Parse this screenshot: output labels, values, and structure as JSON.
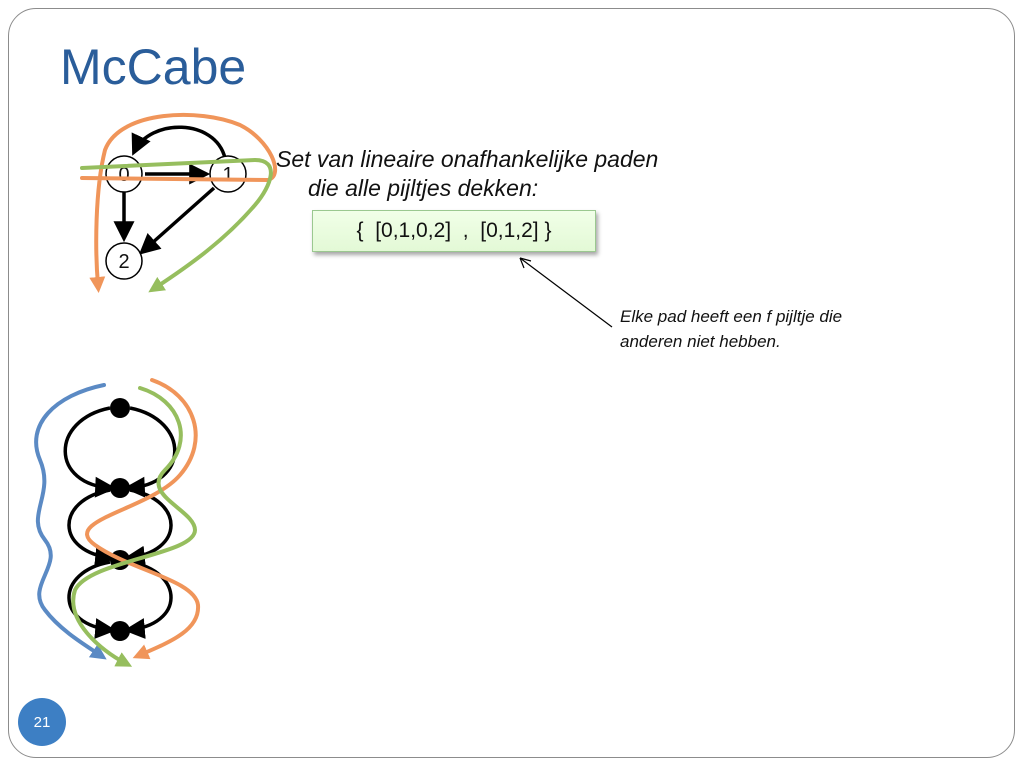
{
  "slide": {
    "title": "McCabe",
    "description_line1": "Set van lineaire onafhankelijke paden",
    "description_line2": "die alle pijltjes dekken:",
    "path_set": "{  [0,1,0,2]  ,  [0,1,2] }",
    "note_line1": "Elke pad heeft een f pijltje die",
    "note_line2": "anderen niet hebben.",
    "page_number": "21"
  },
  "graph": {
    "nodes": [
      "0",
      "1",
      "2"
    ],
    "edges": [
      [
        "0",
        "1"
      ],
      [
        "1",
        "0"
      ],
      [
        "0",
        "2"
      ],
      [
        "1",
        "2"
      ]
    ]
  },
  "colors": {
    "title": "#2a5d9a",
    "path_orange": "#f0955a",
    "path_green": "#96be5e",
    "path_blue": "#5b8ac4",
    "box_fill": "#e8fbdc",
    "page_badge": "#3d7fc4"
  }
}
